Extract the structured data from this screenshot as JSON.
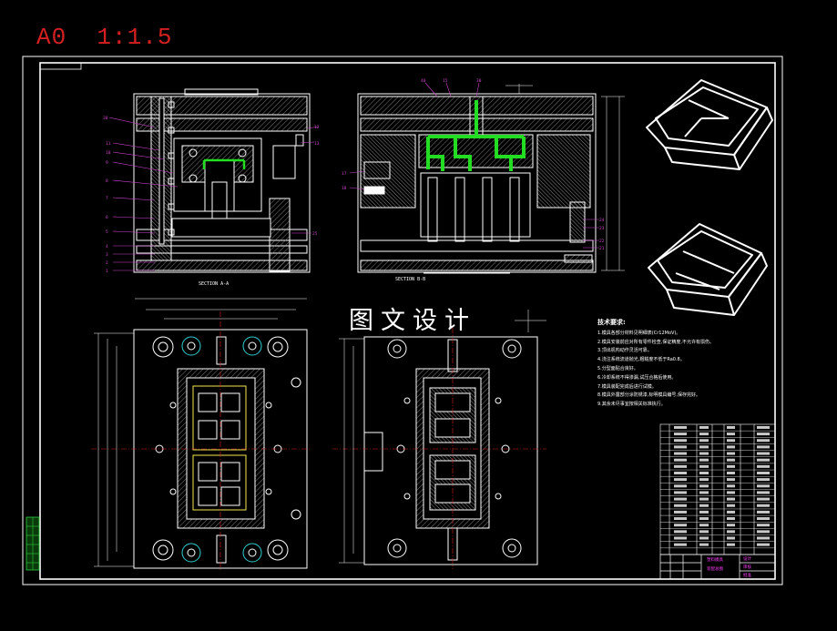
{
  "drawing": {
    "scale_label": "A0  1:1.5",
    "watermark": "图文设计",
    "section_a": "SECTION A-A",
    "section_b": "SECTION B-B",
    "notes_title": "技术要求:",
    "notes": [
      "1.模具各部分材料见明细表(Cr12MoV)。",
      "2.模具安装前应对所有零件检查,保证精度,不允许有损伤。",
      "3.顶出机构动作灵活可靠。",
      "4.浇注系统流道抛光,粗糙度不低于Ra0.8。",
      "5.分型面贴合良好。",
      "6.冷却系统不得渗漏,试压合格后使用。",
      "7.模具装配完成后进行试模。",
      "8.模具外露部分涂防锈漆,标明模具编号,保存完好。",
      "9.其余未尽事宜按相关标准执行。"
    ],
    "title_block": [
      "塑料模具",
      "装配总图",
      "设计",
      "审核",
      "批准"
    ],
    "colors": {
      "background": "#000000",
      "lines": "#ffffff",
      "scale_label": "#d42020",
      "feature": "#22dd22",
      "callouts": "#cc44cc",
      "centerline": "#d42020",
      "hatch": "#b0b0b0"
    }
  }
}
